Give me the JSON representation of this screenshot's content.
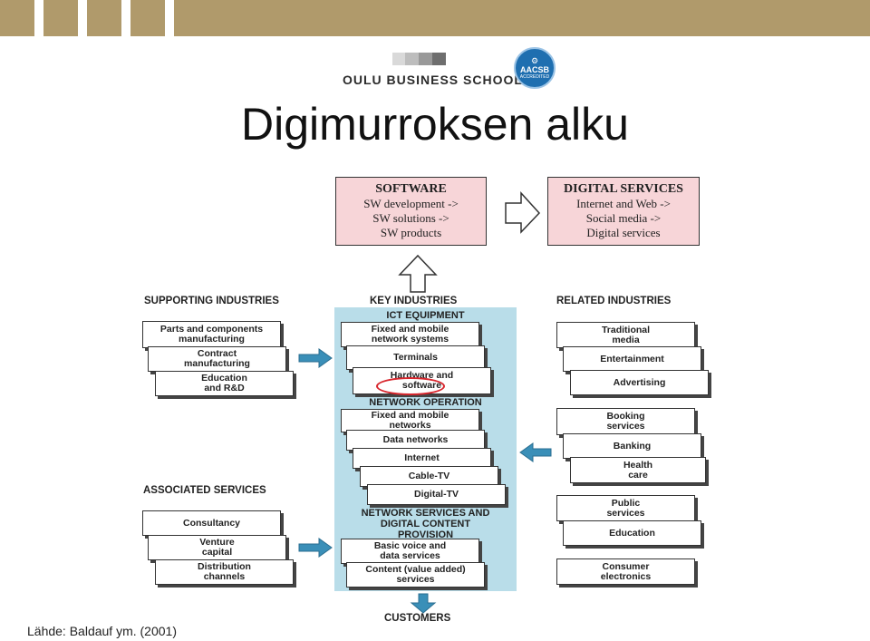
{
  "logo": {
    "school": "OULU BUSINESS SCHOOL",
    "badge": "AACSB",
    "badge_sub": "ACCREDITED"
  },
  "title": "Digimurroksen alku",
  "software_box": {
    "heading": "SOFTWARE",
    "lines": [
      "SW development ->",
      "SW solutions ->",
      "SW products"
    ]
  },
  "digital_box": {
    "heading": "DIGITAL SERVICES",
    "lines": [
      "Internet and Web ->",
      "Social media ->",
      "Digital services"
    ]
  },
  "sections": {
    "supporting": "SUPPORTING INDUSTRIES",
    "key": "KEY INDUSTRIES",
    "related": "RELATED INDUSTRIES",
    "associated": "ASSOCIATED SERVICES",
    "customers": "CUSTOMERS"
  },
  "supporting_items": [
    [
      "Parts and components",
      "manufacturing"
    ],
    [
      "Contract",
      "manufacturing"
    ],
    [
      "Education",
      "and R&D"
    ]
  ],
  "associated_items": [
    [
      "Consultancy"
    ],
    [
      "Venture",
      "capital"
    ],
    [
      "Distribution",
      "channels"
    ]
  ],
  "key_subsections": {
    "ict": "ICT EQUIPMENT",
    "network_op": "NETWORK OPERATION",
    "net_services": [
      "NETWORK SERVICES AND",
      "DIGITAL CONTENT",
      "PROVISION"
    ]
  },
  "ict_items": [
    [
      "Fixed and mobile",
      "network systems"
    ],
    [
      "Terminals"
    ],
    [
      "Hardware and",
      "software"
    ]
  ],
  "network_items": [
    [
      "Fixed and mobile",
      "networks"
    ],
    [
      "Data networks"
    ],
    [
      "Internet"
    ],
    [
      "Cable-TV"
    ],
    [
      "Digital-TV"
    ]
  ],
  "service_items": [
    [
      "Basic voice and",
      "data services"
    ],
    [
      "Content (value added)",
      "services"
    ]
  ],
  "related_items": [
    [
      "Traditional",
      "media"
    ],
    [
      "Entertainment"
    ],
    [
      "Advertising"
    ],
    [
      "Booking",
      "services"
    ],
    [
      "Banking"
    ],
    [
      "Health",
      "care"
    ],
    [
      "Public",
      "services"
    ],
    [
      "Education"
    ],
    [
      "Consumer",
      "electronics"
    ]
  ],
  "source": "Lähde: Baldauf ym. (2001)",
  "colors": {
    "gold": "#b09a6b",
    "panel": "#b9dde9",
    "arrow": "#3a8fb8",
    "highlight": "#d8262d",
    "pink": "#f7d5d8"
  }
}
